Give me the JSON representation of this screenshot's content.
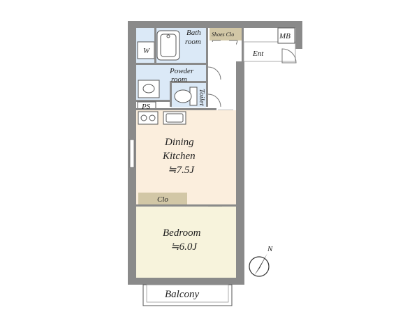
{
  "rooms": {
    "bathroom": "Bath",
    "bathroom2": "room",
    "shoes": "Shoes Clo",
    "mb": "MB",
    "ent": "Ent",
    "washer": "W",
    "powder": "Powder",
    "powder2": "room",
    "toilet": "Toilet",
    "ps": "PS",
    "dining": "Dining",
    "kitchen": "Kitchen",
    "dining_size": "≒7.5J",
    "clo": "Clo",
    "bedroom": "Bedroom",
    "bedroom_size": "≒6.0J",
    "balcony": "Balcony"
  },
  "compass": {
    "label": "N"
  },
  "colors": {
    "wall": "#8a8a8a",
    "dining_floor": "#fbeedd",
    "bedroom_floor": "#f7f3dc",
    "wet_floor": "#dbe9f7",
    "closet": "#d2c7a6",
    "white_room": "#ffffff"
  }
}
